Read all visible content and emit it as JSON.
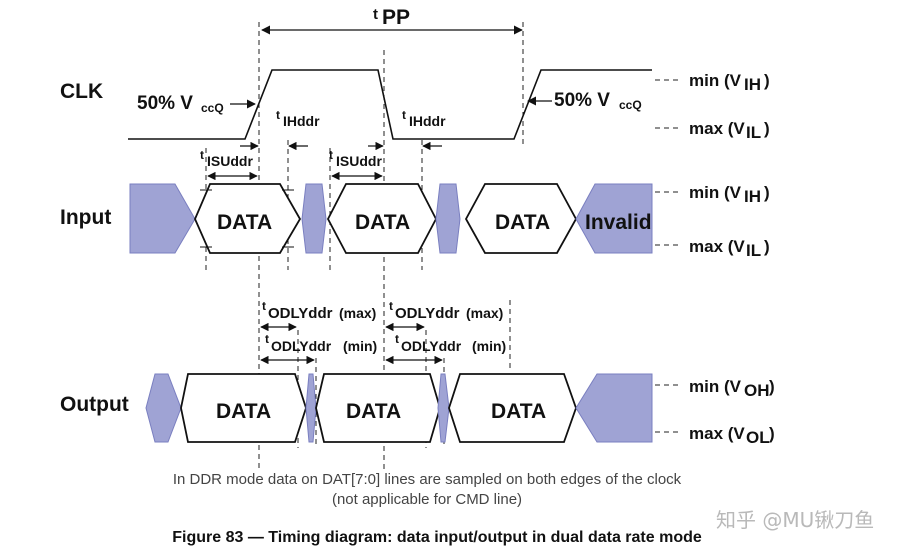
{
  "diagram": {
    "tpp": {
      "t": "t",
      "sub": "PP"
    },
    "signals": {
      "clk": "CLK",
      "input": "Input",
      "output": "Output"
    },
    "vccq": {
      "prefix": "50% V",
      "sub": "ccQ"
    },
    "levels": {
      "vih_min": {
        "prefix": "min (V",
        "sub": "IH",
        "suffix": ")"
      },
      "vil_max": {
        "prefix": "max (V",
        "sub": "IL",
        "suffix": ")"
      },
      "voh_min": {
        "prefix": "min (V",
        "sub": "OH",
        "suffix": ")"
      },
      "vol_max": {
        "prefix": "max (V",
        "sub": "OL",
        "suffix": ")"
      }
    },
    "timings": {
      "tihddr": {
        "t": "t",
        "sub": "IHddr"
      },
      "tisuddr": {
        "t": "t",
        "sub": "ISUddr"
      },
      "todly_max": {
        "t": "t",
        "sub": "ODLYddr",
        "suffix": "(max)"
      },
      "todly_min": {
        "t": "t",
        "sub": "ODLYddr",
        "suffix": "(min)"
      }
    },
    "data_label": "DATA",
    "invalid_label": "Invalid",
    "note_line1": "In DDR mode data on DAT[7:0] lines are sampled on both edges of the clock",
    "note_line2": "(not applicable for CMD line)",
    "caption": "Figure 83 — Timing diagram: data input/output in dual data rate mode",
    "watermark": "知乎 @MU锹刀鱼",
    "colors": {
      "invalid_fill": "#9fa3d4",
      "invalid_stroke": "#7a7fc0",
      "line": "#111111"
    }
  }
}
